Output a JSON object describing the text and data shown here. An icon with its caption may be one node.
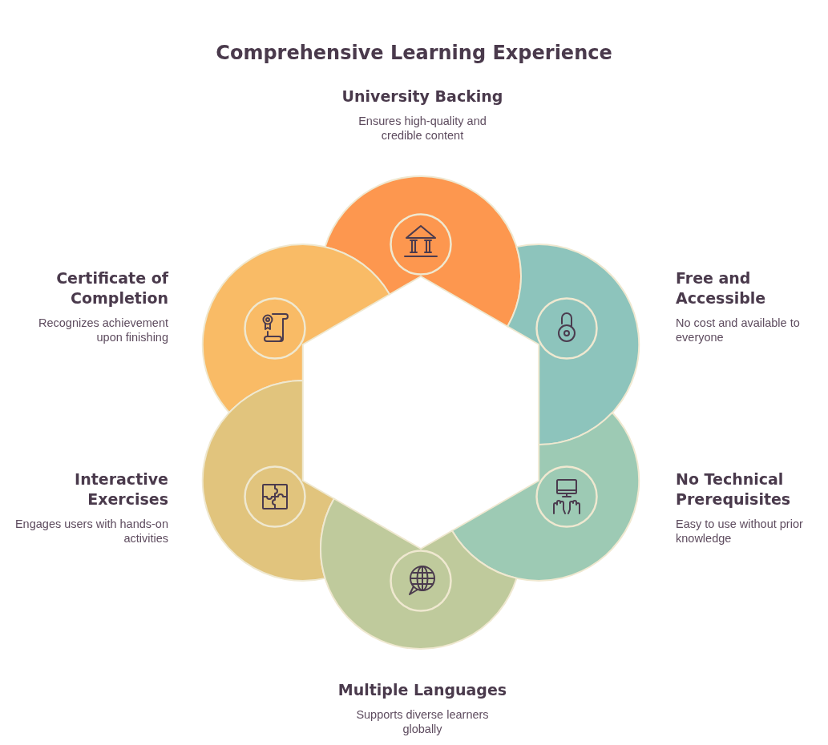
{
  "diagram": {
    "title": "Comprehensive Learning Experience",
    "nodes": [
      {
        "text": [
          "University Backing",
          "Ensures high-quality and credible content"
        ]
      },
      {
        "text": [
          "Certificate of Completion",
          "Recognizes achievement upon finishing"
        ]
      },
      {
        "text": [
          "Free and Accessible",
          "No cost and available to everyone"
        ]
      },
      {
        "text": [
          "Interactive Exercises",
          "Engages users with hands-on activities"
        ]
      },
      {
        "text": [
          "No Technical Prerequisites",
          "Easy to use without prior knowledge"
        ]
      },
      {
        "text": [
          "Multiple Languages",
          "Supports diverse learners globally"
        ]
      }
    ]
  }
}
